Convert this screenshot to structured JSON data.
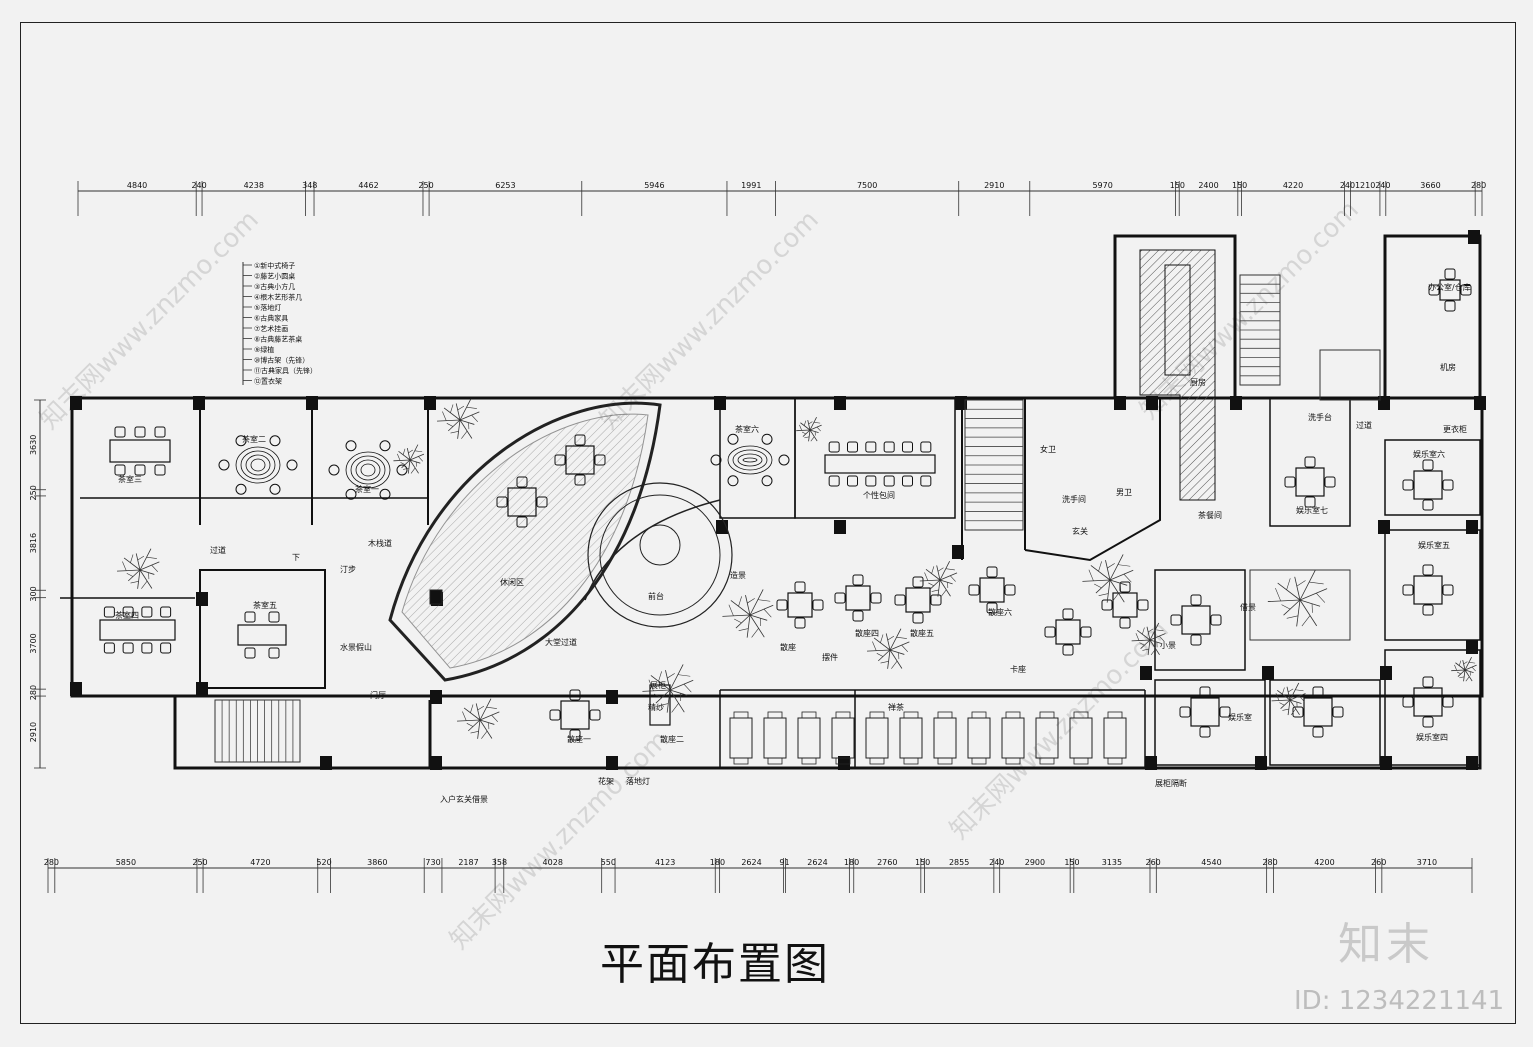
{
  "drawing": {
    "title": "平面布置图",
    "logo_text": "知末",
    "image_id": "ID: 1234221141",
    "watermark": "知末网www.znzmo.com"
  },
  "dimensions": {
    "top": [
      "4840",
      "240",
      "4238",
      "348",
      "4462",
      "250",
      "6253",
      "5946",
      "1991",
      "7500",
      "2910",
      "5970",
      "150",
      "2400",
      "150",
      "4220",
      "240",
      "1210",
      "240",
      "3660",
      "280"
    ],
    "bottom": [
      "280",
      "5850",
      "250",
      "4720",
      "520",
      "3860",
      "730",
      "2187",
      "358",
      "4028",
      "550",
      "4123",
      "180",
      "2624",
      "91",
      "2624",
      "180",
      "2760",
      "150",
      "2855",
      "240",
      "2900",
      "150",
      "3135",
      "260",
      "4540",
      "280",
      "4200",
      "260",
      "3710"
    ],
    "left": [
      "3630",
      "250",
      "3816",
      "300",
      "3700",
      "280",
      "2910"
    ]
  },
  "legend": [
    "①新中式椅子",
    "②藤艺小圆桌",
    "③古典小方几",
    "④根木艺形茶几",
    "⑤落地灯",
    "⑥古典家具",
    "⑦艺术挂画",
    "⑧古典藤艺茶桌",
    "⑨绿植",
    "⑩博古架（先锋）",
    "⑪古典家具（先锋）",
    "⑫置衣架"
  ],
  "rooms": {
    "r1": "茶室三",
    "r2": "茶室二",
    "r3": "茶室一",
    "r4": "茶室四",
    "r5": "茶室五",
    "r6": "茶室六",
    "r7": "个性包间",
    "r8": "休闲区",
    "r9": "前台",
    "r10": "大堂过道",
    "r11": "门厅",
    "r12": "过道",
    "r13": "女卫",
    "r14": "男卫",
    "r15": "洗手间",
    "r16": "玄关",
    "r17": "茶餐间",
    "r18": "厨房",
    "r19": "办公室/仓库",
    "r20": "机房",
    "r21": "更衣柜",
    "r22": "洗手台",
    "r23": "娱乐室七",
    "r24": "娱乐室六",
    "r25": "娱乐室五",
    "r26": "娱乐室",
    "r27": "娱乐室四",
    "r28": "散座一",
    "r29": "散座二",
    "r30": "散座四",
    "r31": "散座五",
    "r32": "散座六",
    "r33": "水景假山",
    "r34": "汀步",
    "r35": "木栈道",
    "r36": "造景",
    "r37": "精纱",
    "r38": "入户玄关借景",
    "r39": "展柜隔断",
    "r40": "展柜",
    "r41": "借景",
    "r42": "小景",
    "r43": "过道",
    "r44": "散座",
    "r45": "花架",
    "r46": "摆件",
    "r47": "落地灯",
    "r48": "卡座",
    "r49": "禅茶",
    "r50": "下"
  }
}
